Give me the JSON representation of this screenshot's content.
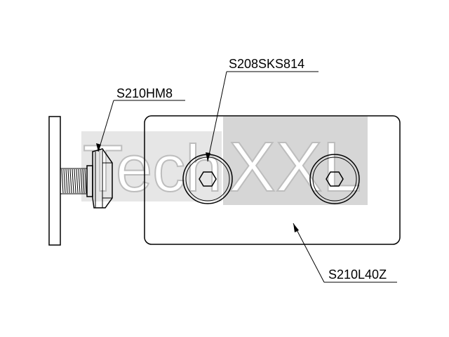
{
  "watermark": {
    "brand_left": "Tech",
    "brand_right": "XXL"
  },
  "labels": {
    "hammer_nut": "S210HM8",
    "screw": "S208SKS814",
    "plate": "S210L40Z"
  },
  "colors": {
    "line": "#000000",
    "watermark_fill": "#d9d9d9",
    "watermark_outline": "#bdbdbd"
  }
}
